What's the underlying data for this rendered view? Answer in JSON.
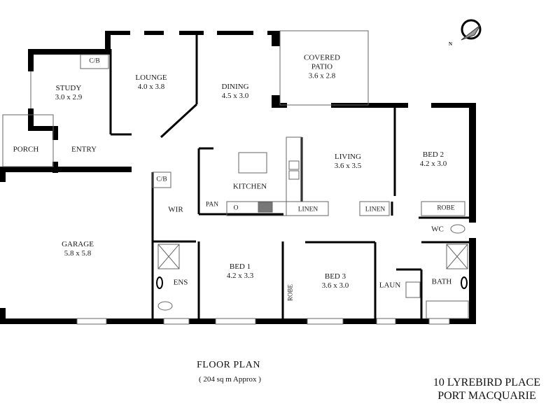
{
  "plan": {
    "title": "FLOOR  PLAN",
    "area": "( 204 sq m Approx )",
    "address_line1": "10 LYREBIRD PLACE",
    "address_line2": "PORT MACQUARIE",
    "north_label": "N"
  },
  "rooms": {
    "study": {
      "name": "STUDY",
      "dims": "3.0 x 2.9"
    },
    "lounge": {
      "name": "LOUNGE",
      "dims": "4.0 x 3.8"
    },
    "dining": {
      "name": "DINING",
      "dims": "4.5 x 3.0"
    },
    "patio": {
      "name": "COVERED",
      "name2": "PATIO",
      "dims": "3.6 x 2.8"
    },
    "living": {
      "name": "LIVING",
      "dims": "3.6 x 3.5"
    },
    "bed2": {
      "name": "BED 2",
      "dims": "4.2 x 3.0"
    },
    "garage": {
      "name": "GARAGE",
      "dims": "5.8 x 5.8"
    },
    "bed1": {
      "name": "BED 1",
      "dims": "4.2 x 3.3"
    },
    "bed3": {
      "name": "BED 3",
      "dims": "3.6 x 3.0"
    },
    "porch": {
      "name": "PORCH"
    },
    "entry": {
      "name": "ENTRY"
    },
    "kitchen": {
      "name": "KITCHEN"
    },
    "pan": {
      "name": "PAN"
    },
    "oven": {
      "name": "O"
    },
    "wir": {
      "name": "WIR"
    },
    "ens": {
      "name": "ENS"
    },
    "laun": {
      "name": "LAUN"
    },
    "bath": {
      "name": "BATH"
    },
    "wc": {
      "name": "WC"
    },
    "cb_study": {
      "name": "C/B"
    },
    "cb_hall": {
      "name": "C/B"
    },
    "linen1": {
      "name": "LINEN"
    },
    "linen2": {
      "name": "LINEN"
    },
    "robe_bed2": {
      "name": "ROBE"
    },
    "robe_bed3": {
      "name": "ROBE"
    }
  }
}
